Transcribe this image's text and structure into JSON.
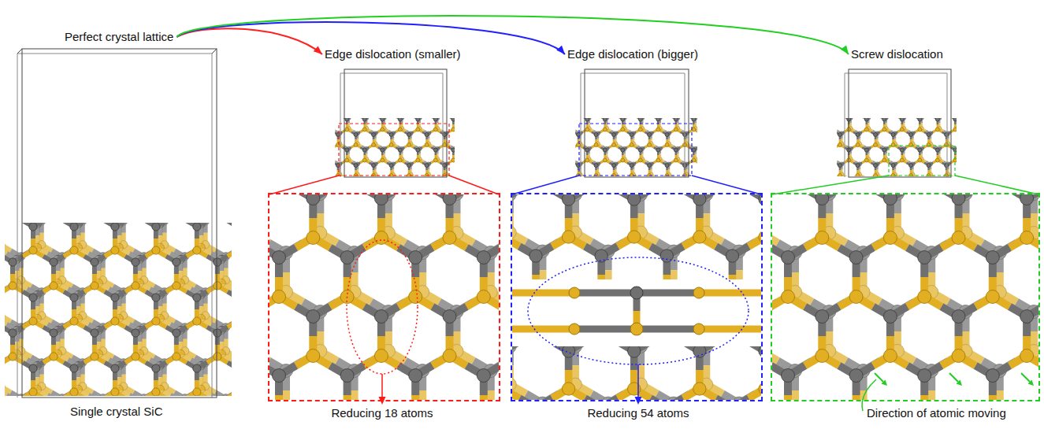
{
  "diagram": {
    "nodes": [
      {
        "text": [
          "Perfect crystal lattice"
        ]
      },
      {
        "text": [
          "Edge dislocation (smaller)"
        ]
      },
      {
        "text": [
          "Edge dislocation (bigger)"
        ]
      },
      {
        "text": [
          "Screw dislocation"
        ]
      },
      {
        "text": [
          "Reducing 18 atoms"
        ]
      },
      {
        "text": [
          "Reducing 54 atoms"
        ]
      },
      {
        "text": [
          "Direction of atomic moving"
        ]
      }
    ],
    "edges": [
      {
        "from": 0,
        "to": 1,
        "arrow": "to"
      },
      {
        "from": 0,
        "to": 2,
        "arrow": "to"
      },
      {
        "from": 0,
        "to": 3,
        "arrow": "to"
      }
    ],
    "labels": [
      "Single crystal SiC"
    ]
  }
}
